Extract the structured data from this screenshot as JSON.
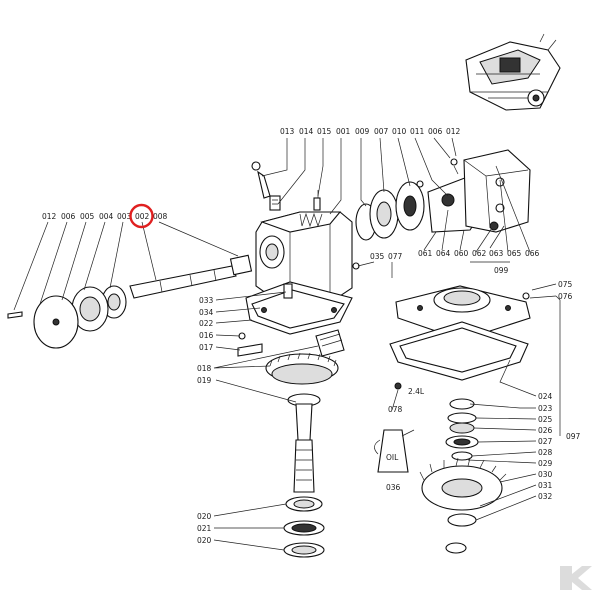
{
  "labels": {
    "top_row": [
      "013",
      "014",
      "015",
      "001",
      "009",
      "007",
      "010",
      "011",
      "006",
      "012"
    ],
    "left_row": [
      "012",
      "006",
      "005",
      "004",
      "003",
      "002",
      "008"
    ],
    "right_mid": [
      "061",
      "064",
      "060",
      "062",
      "063",
      "065",
      "066"
    ],
    "right_099": "099",
    "near_035": [
      "035",
      "077"
    ],
    "left_col": [
      "033",
      "034",
      "022",
      "016",
      "017",
      "018",
      "019"
    ],
    "right_075": [
      "075",
      "076"
    ],
    "right_col": [
      "024",
      "023",
      "025",
      "026",
      "027",
      "028",
      "029",
      "030",
      "031",
      "032"
    ],
    "right_097": "097",
    "oil_labels": [
      "2.4L",
      "078",
      "036"
    ],
    "oil_can_text": "OIL",
    "bottom_left": [
      "020",
      "021",
      "020"
    ]
  },
  "highlighted_part": "002",
  "highlight_color": "#e02020",
  "watermark": "K"
}
